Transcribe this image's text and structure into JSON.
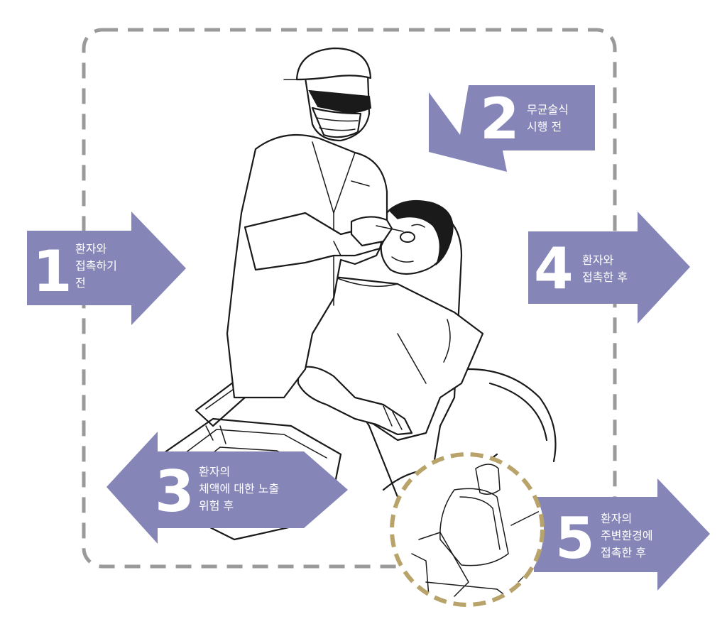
{
  "colors": {
    "arrow_fill": "#8585b8",
    "boundary_dash": "#9a9a9a",
    "circle_dash": "#b8a36a",
    "line_art": "#1a1a1a"
  },
  "moments": [
    {
      "number": "1",
      "lines": [
        "환자와",
        "접촉하기",
        "전"
      ]
    },
    {
      "number": "2",
      "lines": [
        "무균술식",
        "시행 전"
      ]
    },
    {
      "number": "3",
      "lines": [
        "환자의",
        "체액에 대한 노출",
        "위험 후"
      ]
    },
    {
      "number": "4",
      "lines": [
        "환자와",
        "접촉한 후"
      ]
    },
    {
      "number": "5",
      "lines": [
        "환자의",
        "주변환경에",
        "접촉한 후"
      ]
    }
  ]
}
